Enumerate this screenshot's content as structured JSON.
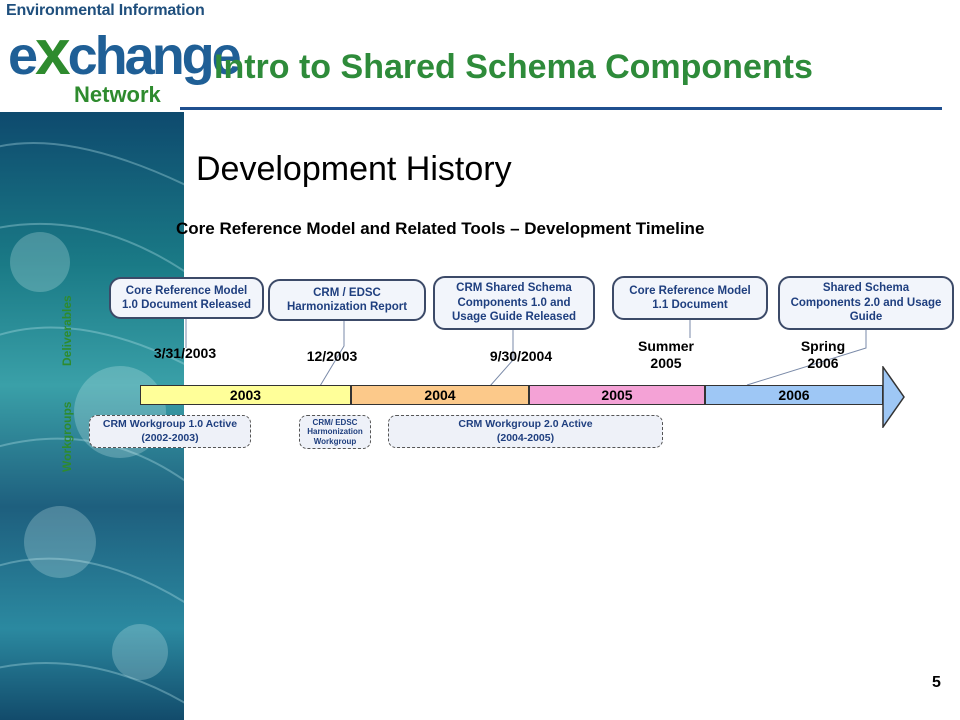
{
  "logo": {
    "top": "Environmental Information",
    "main_x": "x",
    "main_e": "e",
    "main_rest": "change",
    "sub": "Network"
  },
  "header": {
    "title": "Intro to Shared Schema Components"
  },
  "slide": {
    "subtitle": "Development  History",
    "timeline_title": "Core Reference Model and Related Tools – Development Timeline",
    "page_number": "5"
  },
  "rows": {
    "deliverables": "Deliverables",
    "workgroups": "Workgroups"
  },
  "deliverables": [
    {
      "label": "Core Reference Model\n1.0 Document Released",
      "date": "3/31/2003"
    },
    {
      "label": "CRM / EDSC\nHarmonization Report",
      "date": "12/2003"
    },
    {
      "label": "CRM Shared Schema\nComponents 1.0 and\nUsage Guide Released",
      "date": "9/30/2004"
    },
    {
      "label": "Core Reference Model\n1.1 Document",
      "date": "Summer\n2005"
    },
    {
      "label": "Shared Schema\nComponents 2.0 and Usage\nGuide",
      "date": "Spring\n2006"
    }
  ],
  "years": [
    {
      "label": "2003",
      "color": "#ffff99"
    },
    {
      "label": "2004",
      "color": "#fcc98a"
    },
    {
      "label": "2005",
      "color": "#f4a2d6"
    },
    {
      "label": "2006",
      "color": "#9ec7f5"
    }
  ],
  "workgroups": [
    {
      "label": "CRM Workgroup 1.0 Active\n(2002-2003)"
    },
    {
      "label": "CRM/ EDSC\nHarmonization\nWorkgroup"
    },
    {
      "label": "CRM Workgroup 2.0 Active\n(2004-2005)"
    }
  ],
  "colors": {
    "title_green": "#2e8b3a",
    "rule_blue": "#1f4f8f",
    "box_text": "#1f3f7f",
    "arrow_blue": "#9ec7f5"
  }
}
